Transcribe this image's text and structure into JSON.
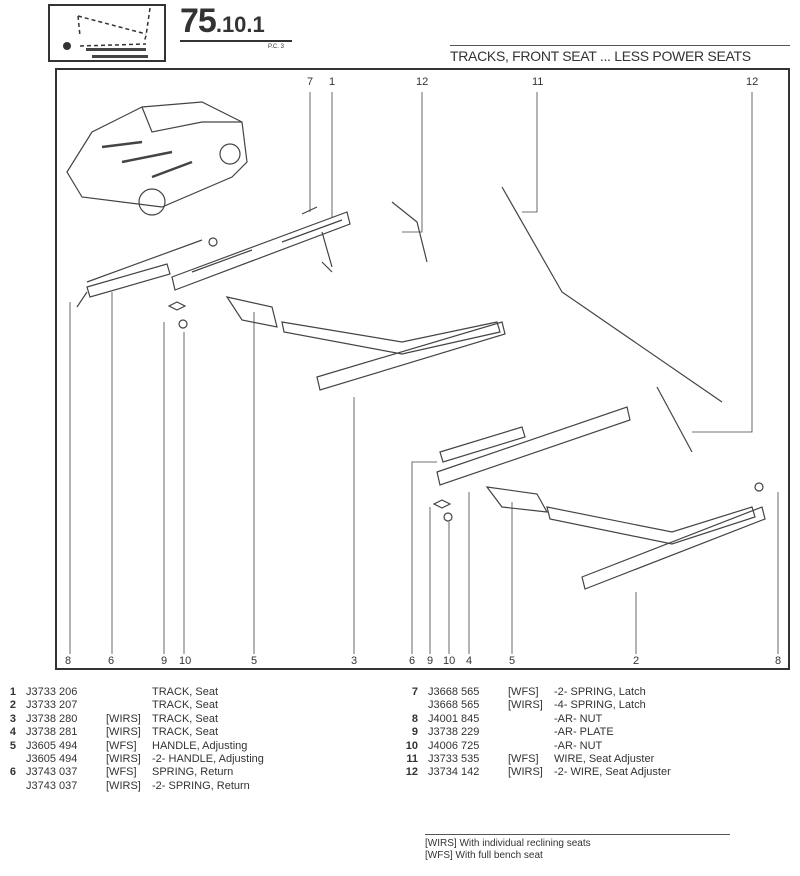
{
  "header": {
    "page_major": "75",
    "page_minor": ".10.",
    "page_sub": "1",
    "pc": "P.C. 3",
    "title": "TRACKS, FRONT SEAT ... LESS POWER SEATS"
  },
  "callouts_top": [
    "7",
    "1",
    "12",
    "11",
    "12"
  ],
  "callouts_bottom": [
    "8",
    "6",
    "9",
    "10",
    "5",
    "3",
    "6",
    "9",
    "10",
    "4",
    "5",
    "2",
    "8"
  ],
  "parts_left": [
    {
      "num": "1",
      "part": "J3733 206",
      "qual": "",
      "desc": "TRACK, Seat"
    },
    {
      "num": "2",
      "part": "J3733 207",
      "qual": "",
      "desc": "TRACK, Seat"
    },
    {
      "num": "3",
      "part": "J3738 280",
      "qual": "[WIRS]",
      "desc": "TRACK, Seat"
    },
    {
      "num": "4",
      "part": "J3738 281",
      "qual": "[WIRS]",
      "desc": "TRACK, Seat"
    },
    {
      "num": "5",
      "part": "J3605 494",
      "qual": "[WFS]",
      "desc": "HANDLE, Adjusting"
    },
    {
      "num": "",
      "part": "J3605 494",
      "qual": "[WIRS]",
      "desc": "-2- HANDLE, Adjusting"
    },
    {
      "num": "6",
      "part": "J3743 037",
      "qual": "[WFS]",
      "desc": "SPRING, Return"
    },
    {
      "num": "",
      "part": "J3743 037",
      "qual": "[WIRS]",
      "desc": "-2- SPRING, Return"
    }
  ],
  "parts_right": [
    {
      "num": "7",
      "part": "J3668 565",
      "qual": "[WFS]",
      "desc": "-2- SPRING, Latch"
    },
    {
      "num": "",
      "part": "J3668 565",
      "qual": "[WIRS]",
      "desc": "-4- SPRING, Latch"
    },
    {
      "num": "8",
      "part": "J4001 845",
      "qual": "",
      "desc": "-AR- NUT"
    },
    {
      "num": "9",
      "part": "J3738 229",
      "qual": "",
      "desc": "-AR- PLATE"
    },
    {
      "num": "10",
      "part": "J4006 725",
      "qual": "",
      "desc": "-AR- NUT"
    },
    {
      "num": "11",
      "part": "J3733 535",
      "qual": "[WFS]",
      "desc": "WIRE, Seat Adjuster"
    },
    {
      "num": "12",
      "part": "J3734 142",
      "qual": "[WIRS]",
      "desc": "-2- WIRE, Seat Adjuster"
    }
  ],
  "legend": [
    "[WIRS] With individual reclining seats",
    "[WFS] With full bench seat"
  ]
}
